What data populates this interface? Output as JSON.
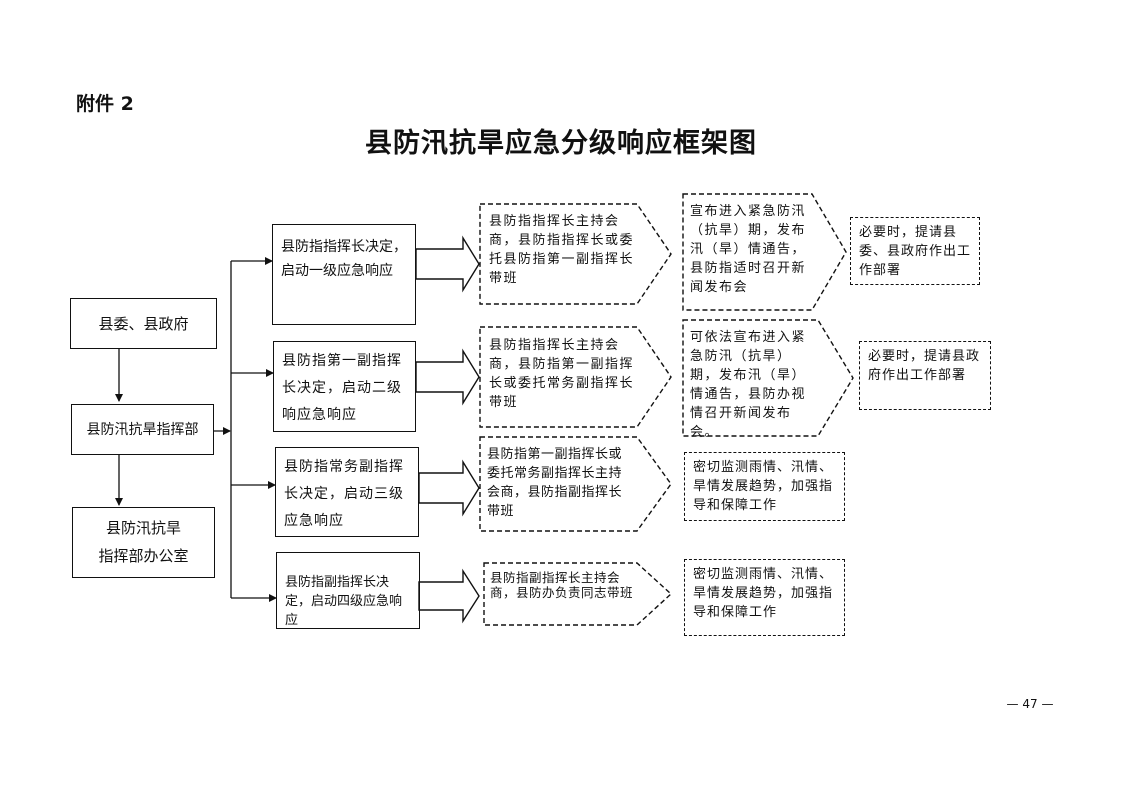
{
  "header": {
    "annex_label": "附件 2",
    "title": "县防汛抗旱应急分级响应框架图"
  },
  "left_column": {
    "county_gov": "县委、县政府",
    "hq": "县防汛抗旱指挥部",
    "office_line1": "县防汛抗旱",
    "office_line2": "指挥部办公室"
  },
  "levels": [
    {
      "decision": "县防指指挥长决定，启动一级应急响应",
      "duty": "县防指指挥长主持会商，县防指指挥长或委托县防指第一副指挥长带班",
      "action": "宣布进入紧急防汛（抗旱）期，发布汛（旱）情通告，县防指适时召开新闻发布会",
      "extra": "必要时，提请县委、县政府作出工作部署"
    },
    {
      "decision": "县防指第一副指挥长决定，启动二级响应急响应",
      "duty": "县防指指挥长主持会商，县防指第一副指挥长或委托常务副指挥长带班",
      "action": "可依法宣布进入紧急防汛（抗旱）期，发布汛（旱）情通告，县防办视情召开新闻发布会。",
      "extra": "必要时，提请县政府作出工作部署"
    },
    {
      "decision": "县防指常务副指挥长决定，启动三级应急响应",
      "duty": "县防指第一副指挥长或委托常务副指挥长主持会商，县防指副指挥长带班",
      "action": "密切监测雨情、汛情、旱情发展趋势，加强指导和保障工作"
    },
    {
      "decision": "县防指副指挥长决定，启动四级应急响应",
      "duty": "县防指副指挥长主持会商，县防办负责同志带班",
      "action": "密切监测雨情、汛情、旱情发展趋势，加强指导和保障工作"
    }
  ],
  "footer": {
    "page_number": "— 47 —"
  }
}
